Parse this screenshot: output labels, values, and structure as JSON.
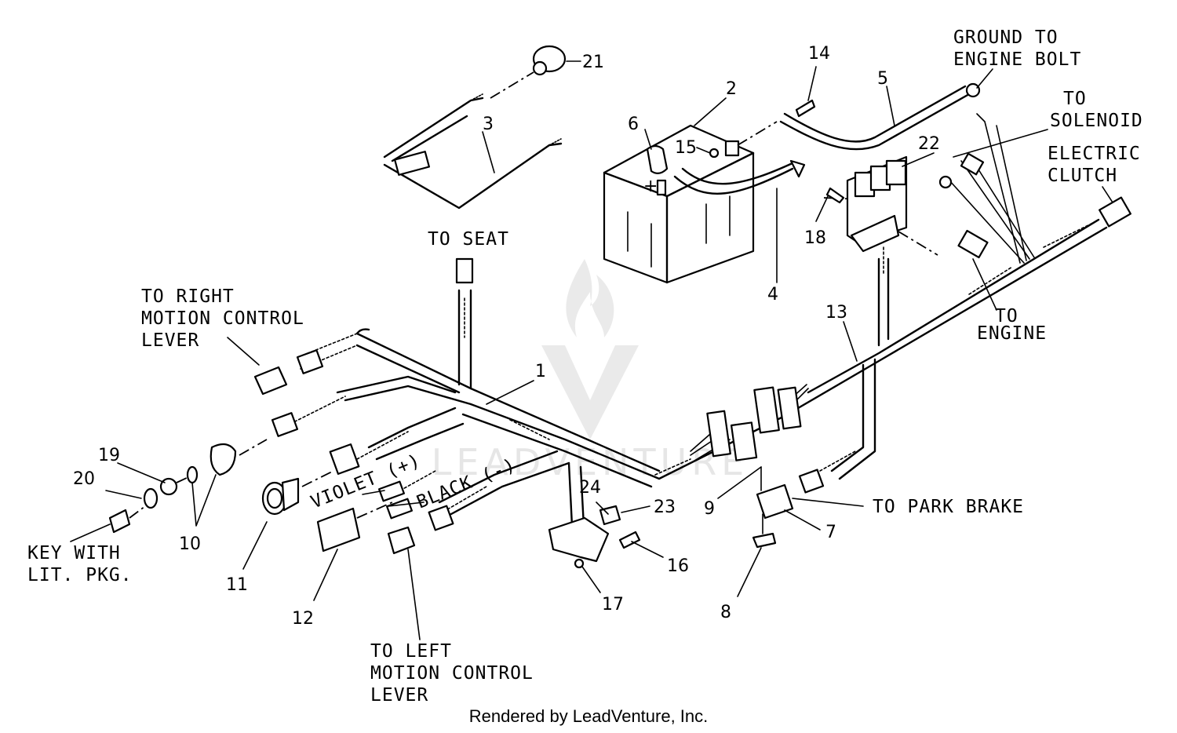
{
  "labels": {
    "ground_to_engine_bolt_1": "GROUND TO",
    "ground_to_engine_bolt_2": "ENGINE BOLT",
    "to_solenoid_1": "TO",
    "to_solenoid_2": "SOLENOID",
    "electric_clutch_1": "ELECTRIC",
    "electric_clutch_2": "CLUTCH",
    "to_seat": "TO SEAT",
    "to_right_1": "TO RIGHT",
    "to_right_2": "MOTION CONTROL",
    "to_right_3": "LEVER",
    "to_engine_1": "TO",
    "to_engine_2": "ENGINE",
    "violet": "VIOLET (+)",
    "black": "BLACK (-)",
    "to_park_brake": "TO PARK BRAKE",
    "key_1": "KEY WITH",
    "key_2": "LIT. PKG.",
    "to_left_1": "TO LEFT",
    "to_left_2": "MOTION CONTROL",
    "to_left_3": "LEVER"
  },
  "callouts": {
    "n1": "1",
    "n2": "2",
    "n3": "3",
    "n4": "4",
    "n5": "5",
    "n6": "6",
    "n7": "7",
    "n8": "8",
    "n9": "9",
    "n10": "10",
    "n11": "11",
    "n12": "12",
    "n13": "13",
    "n14": "14",
    "n15": "15",
    "n16": "16",
    "n17": "17",
    "n18": "18",
    "n19": "19",
    "n20": "20",
    "n21": "21",
    "n22": "22",
    "n23": "23",
    "n24": "24"
  },
  "watermark": "LEADVENTURE",
  "footer": "Rendered by LeadVenture, Inc."
}
